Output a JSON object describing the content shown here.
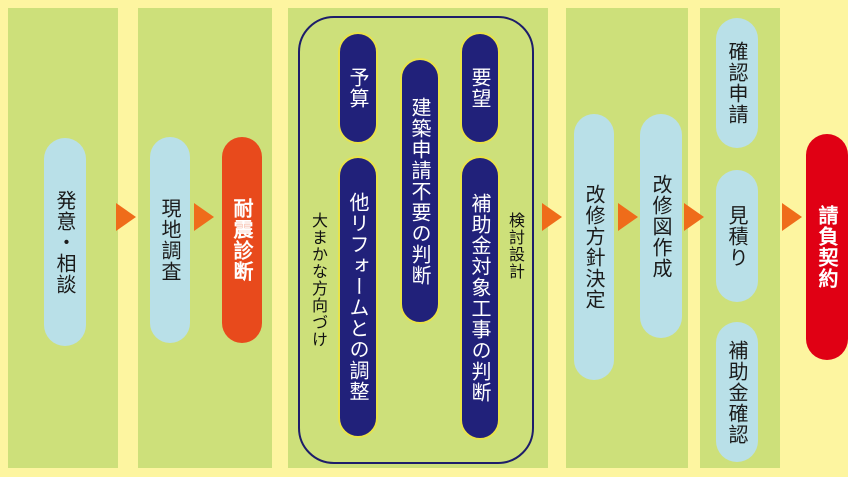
{
  "steps": {
    "consult": "発意・相談",
    "site_survey": "現地調査",
    "seismic": "耐震診断",
    "direction": "大まかな方向づけ",
    "budget": "予算",
    "other_reform": "他リフォームとの調整",
    "building_permit": "建築申請不要の判断",
    "request": "要望",
    "subsidy_target": "補助金対象工事の判断",
    "review_design": "検討設計",
    "policy": "改修方針決定",
    "drawing": "改修図作成",
    "confirm_app": "確認申請",
    "estimate": "見積り",
    "subsidy_confirm": "補助金確認",
    "contract": "請負契約"
  },
  "colors": {
    "background": "#fdf5a0",
    "column": "#cde07a",
    "light_pill": "#b9e0e8",
    "navy_pill": "#21217a",
    "orange": "#e84a1c",
    "red": "#e00014",
    "arrow": "#ef6c1a"
  }
}
